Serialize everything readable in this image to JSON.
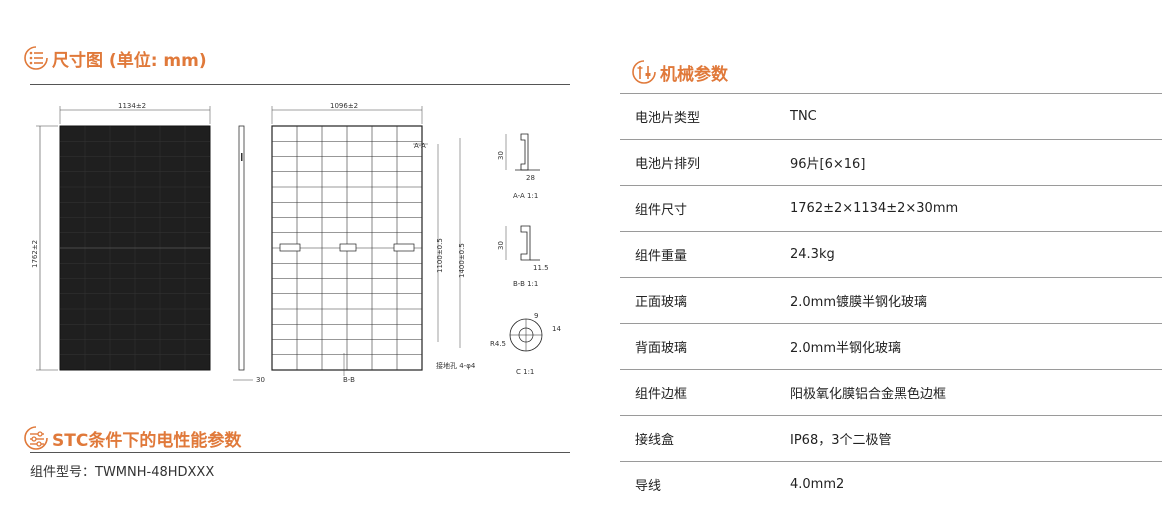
{
  "dimension_section": {
    "title": "尺寸图 (单位: mm)",
    "icon": "ruler-list-icon"
  },
  "drawing": {
    "front_width": "1134±2",
    "front_height": "1762±2",
    "side_thickness": "30",
    "back_width": "1096±2",
    "dim_1100": "1100±0.5",
    "dim_1400": "1400±0.5",
    "label_aa": "A-A",
    "label_bb": "B-B",
    "label_c": "C",
    "section_aa": "A-A 1:1",
    "section_bb": "B-B 1:1",
    "section_c": "C 1:1",
    "aa_height": "30",
    "aa_width": "28",
    "bb_height": "30",
    "bb_width": "11.5",
    "c_dim1": "9",
    "c_dim2": "14",
    "c_dim3": "R4.5",
    "ground_hole": "接地孔 4-φ4"
  },
  "stc_section": {
    "title": "STC条件下的电性能参数",
    "icon": "sliders-icon",
    "model_label": "组件型号：TWMNH-48HDXXX"
  },
  "mech_section": {
    "title": "机械参数",
    "icon": "tools-icon",
    "rows": [
      {
        "key": "电池片类型",
        "value": "TNC"
      },
      {
        "key": "电池片排列",
        "value": "96片[6×16]"
      },
      {
        "key": "组件尺寸",
        "value": "1762±2×1134±2×30mm"
      },
      {
        "key": "组件重量",
        "value": "24.3kg"
      },
      {
        "key": "正面玻璃",
        "value": "2.0mm镀膜半钢化玻璃"
      },
      {
        "key": "背面玻璃",
        "value": "2.0mm半钢化玻璃"
      },
      {
        "key": "组件边框",
        "value": "阳极氧化膜铝合金黑色边框"
      },
      {
        "key": "接线盒",
        "value": "IP68，3个二极管"
      },
      {
        "key": "导线",
        "value": "4.0mm2"
      }
    ]
  }
}
